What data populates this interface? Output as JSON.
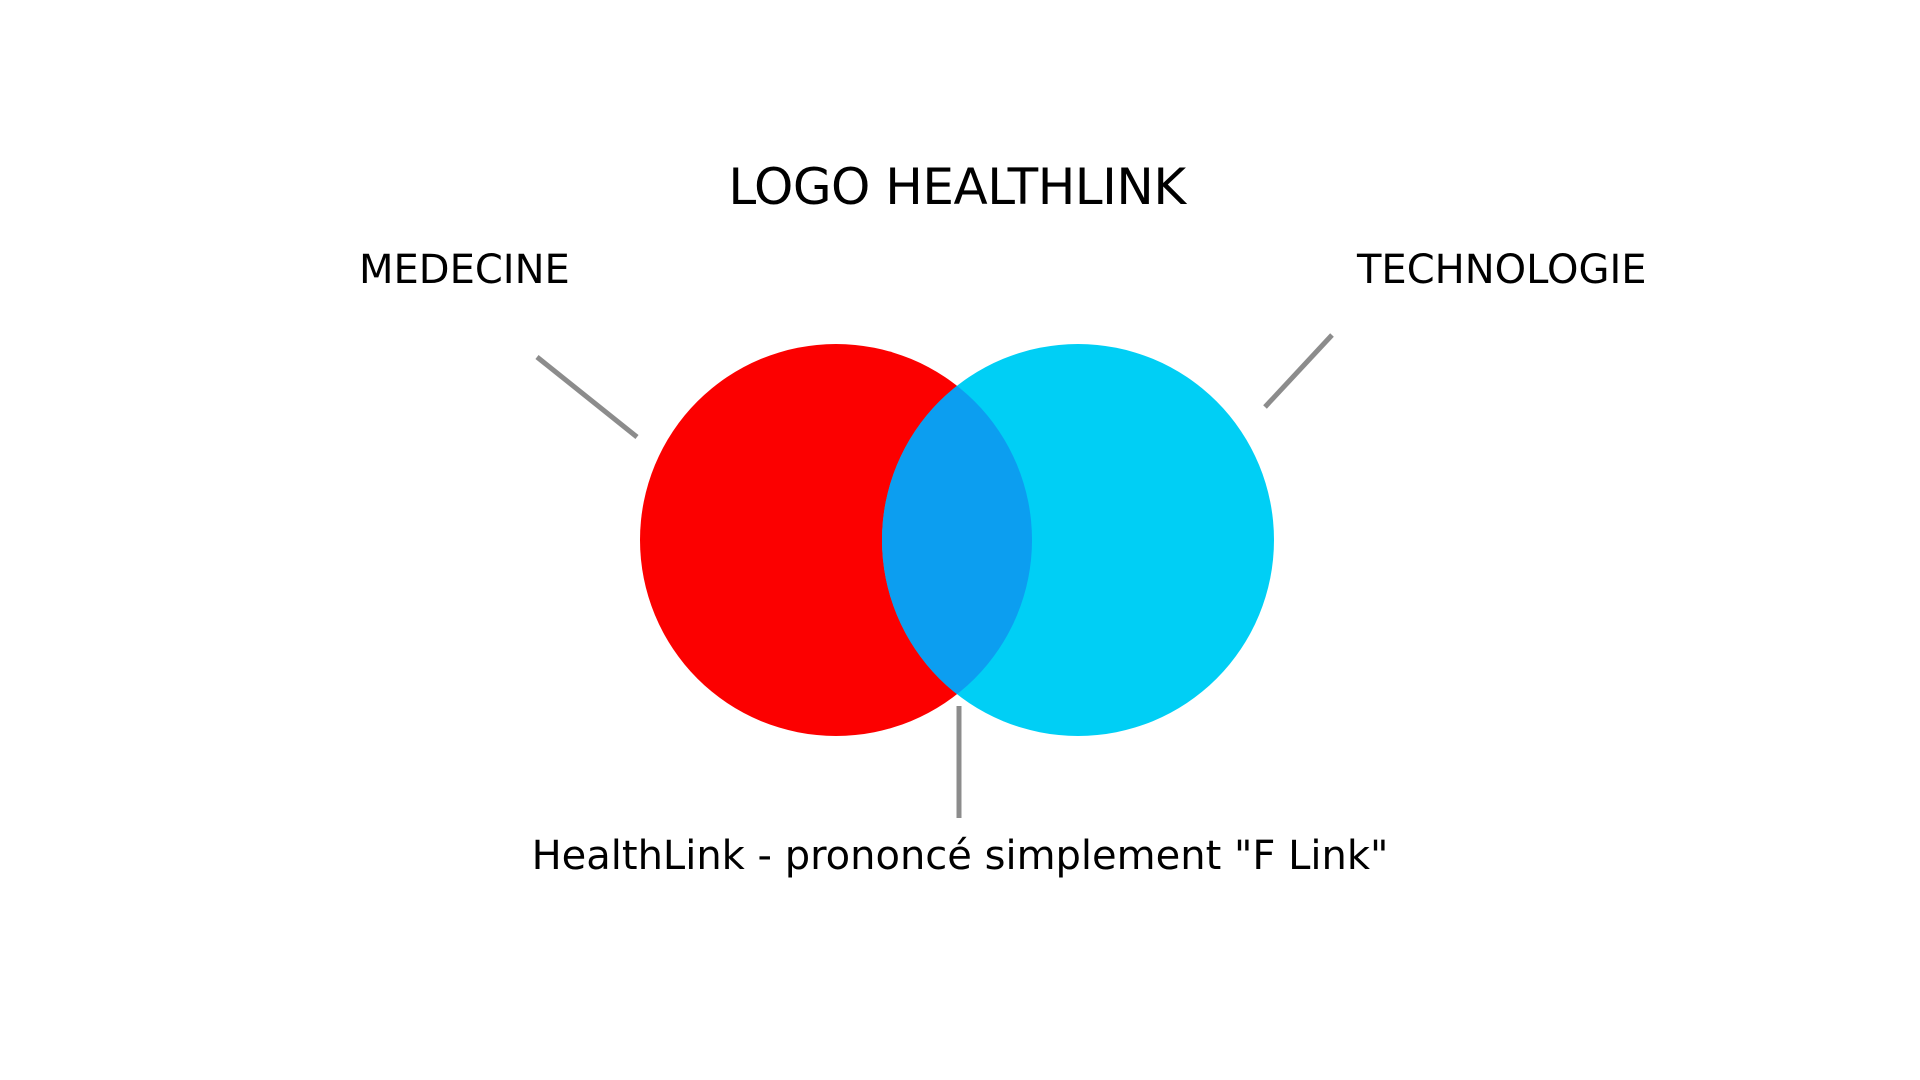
{
  "page": {
    "background": "#ffffff",
    "text_color": "#000000"
  },
  "diagram": {
    "title": "LOGO HEALTHLINK",
    "left_label": "MEDECINE",
    "right_label": "TECHNOLOGIE",
    "caption": "HealthLink - prononcé simplement \"F Link\"",
    "colors": {
      "left_circle": "#FC0000",
      "right_circle": "#00CFF5",
      "overlap": "#0C9EF0",
      "connector_line": "#8C8C8C"
    }
  }
}
